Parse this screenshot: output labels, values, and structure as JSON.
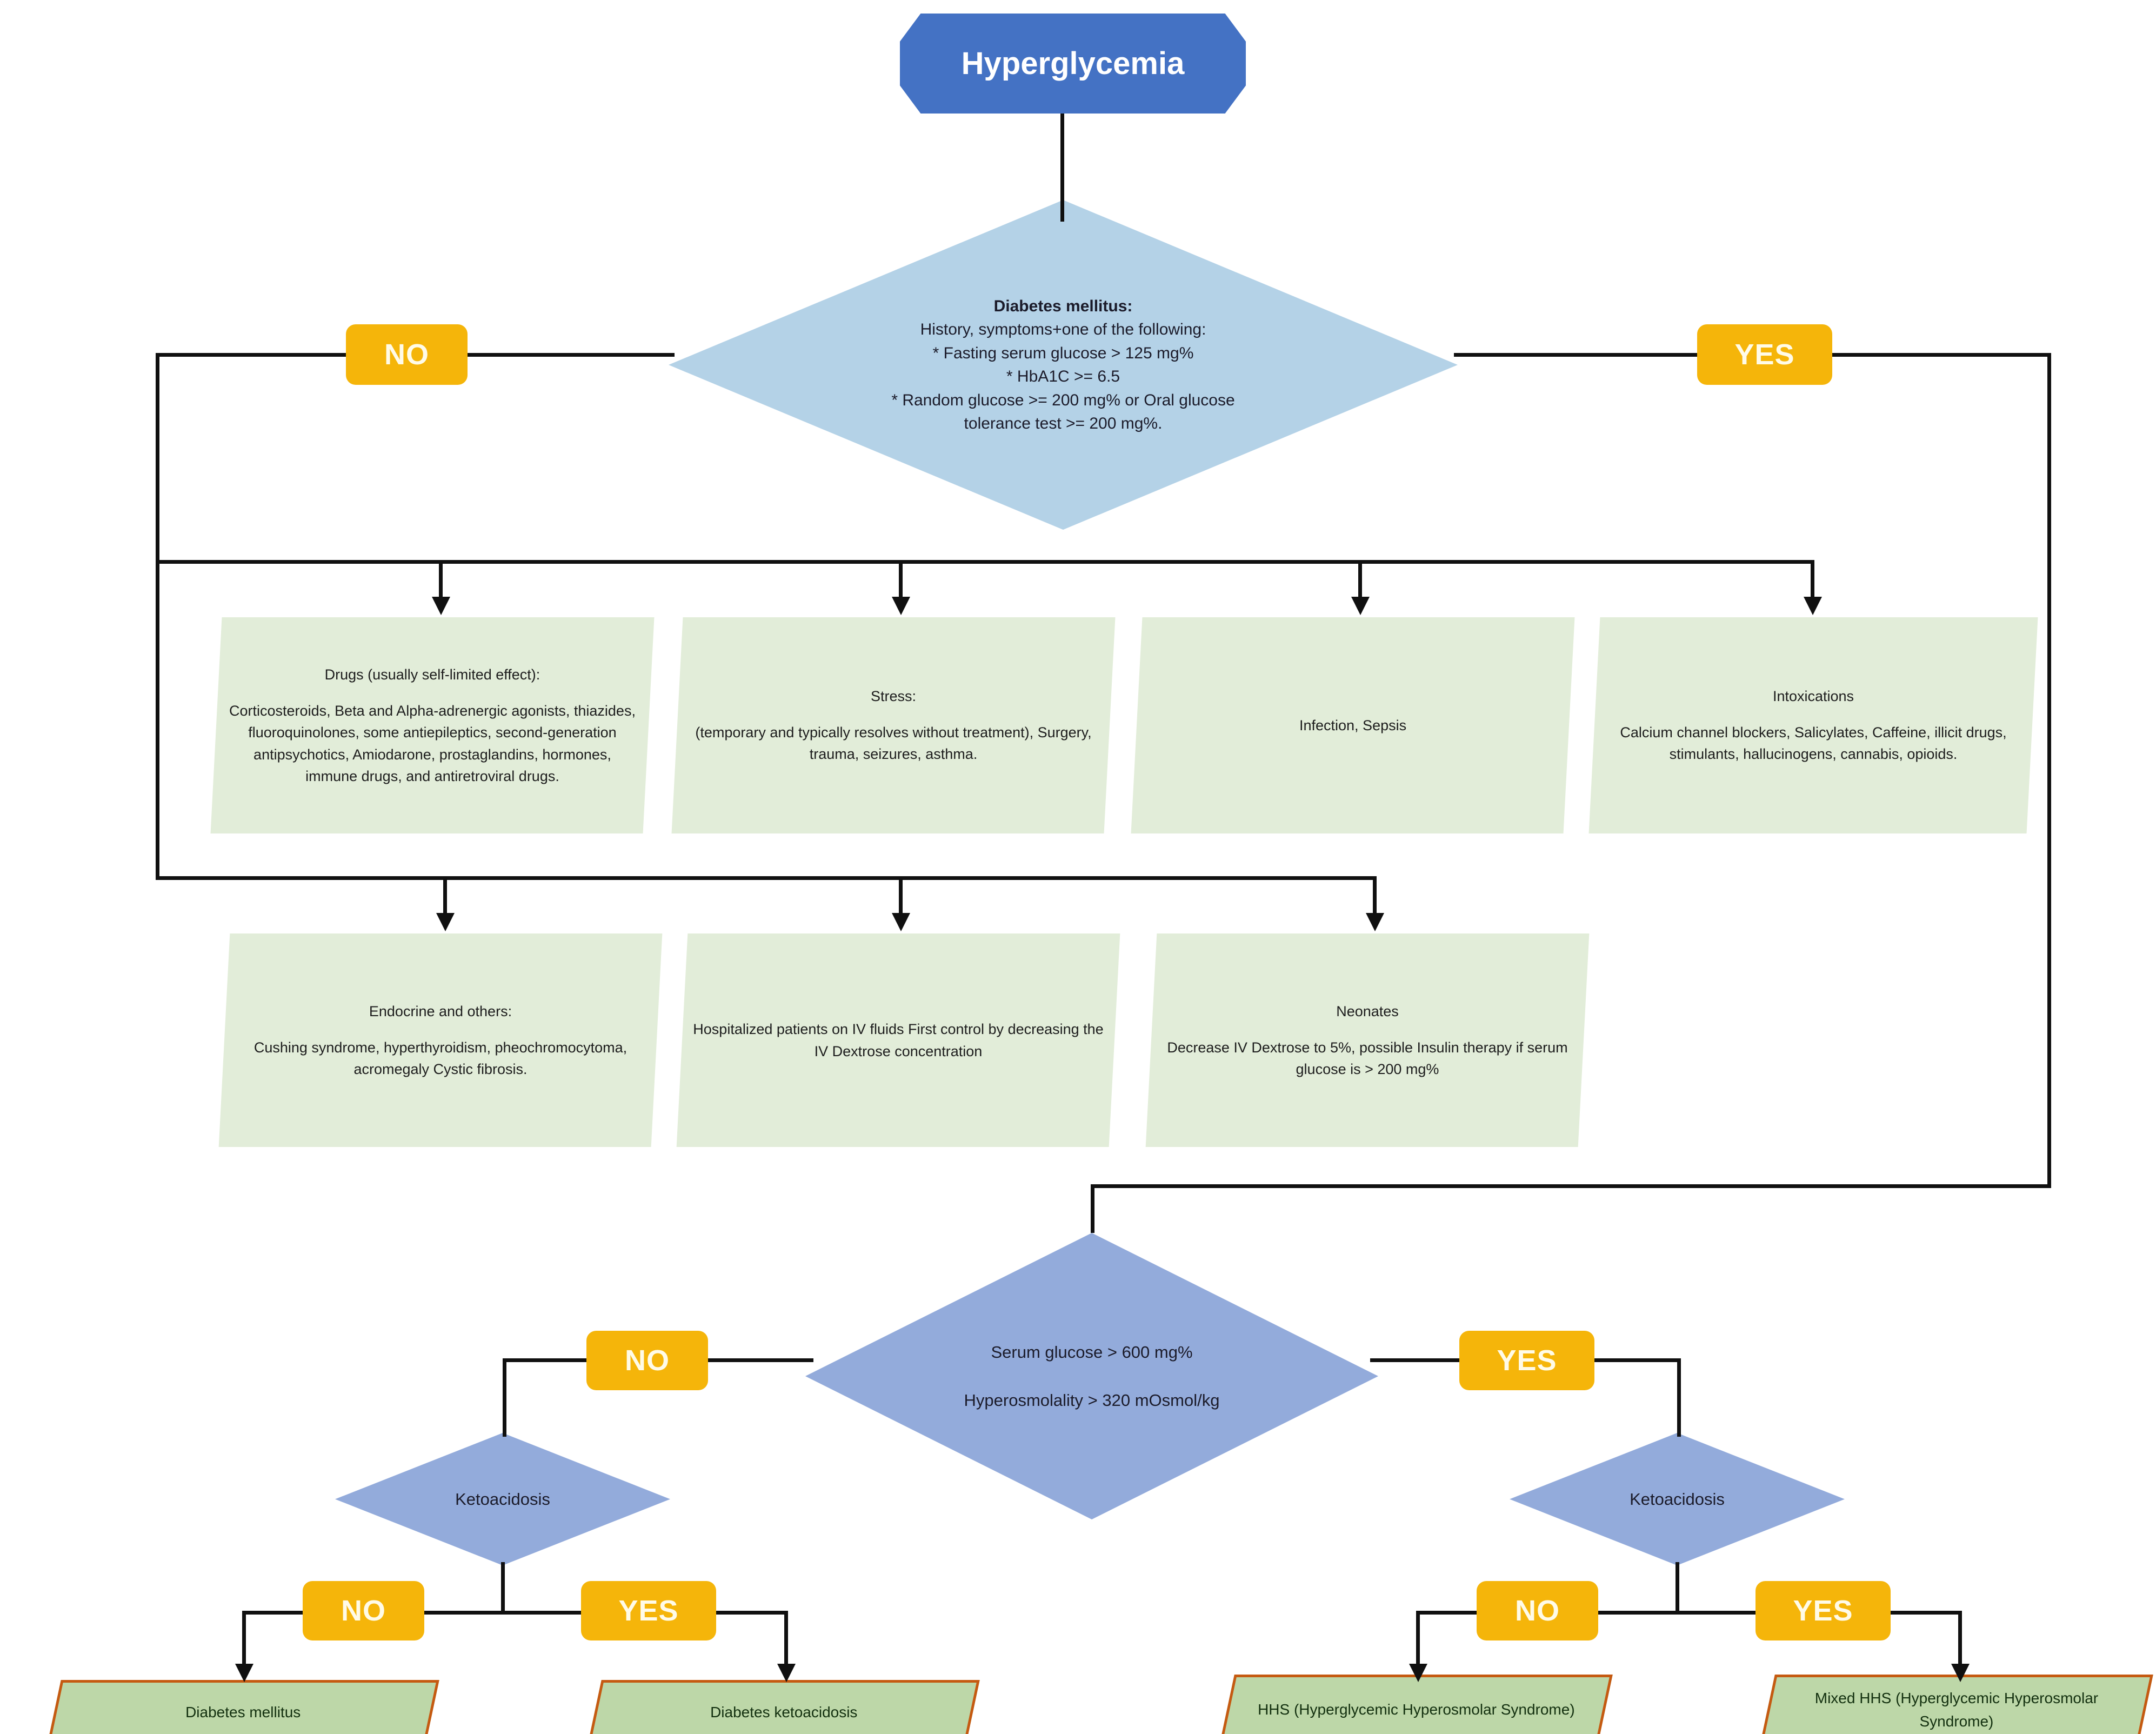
{
  "diagram": {
    "title": "Hyperglycemia evaluation flowchart",
    "colors": {
      "start_fill": "#4472C4",
      "decision_light_fill": "#B4D2E7",
      "decision_mid_fill": "#93ABDB",
      "process_fill": "#E2EDD9",
      "outcome_fill": "#BDD7A8",
      "outcome_border": "#C55A11",
      "label_fill": "#F5B50A",
      "connector": "#101010"
    }
  },
  "start_node": {
    "label": "Hyperglycemia",
    "shape": "octagon"
  },
  "decision_diabetes": {
    "shape": "diamond",
    "title": "Diabetes mellitus:",
    "lines": [
      "History, symptoms+one of the following:",
      "* Fasting serum glucose > 125 mg%",
      "* HbA1C >= 6.5",
      "* Random glucose >= 200 mg% or Oral glucose",
      "tolerance test >= 200 mg%."
    ],
    "branch_no": "NO",
    "branch_yes": "YES"
  },
  "causes_row1": [
    {
      "heading": "Drugs (usually self-limited effect):",
      "body": "Corticosteroids, Beta and Alpha-adrenergic agonists, thiazides, fluoroquinolones, some antiepileptics, second-generation antipsychotics, Amiodarone, prostaglandins, hormones, immune drugs, and antiretroviral drugs."
    },
    {
      "heading": "Stress:",
      "body": "(temporary and typically resolves without treatment), Surgery, trauma, seizures, asthma."
    },
    {
      "heading": "",
      "body": "Infection, Sepsis"
    },
    {
      "heading": "Intoxications",
      "body": "Calcium channel blockers, Salicylates, Caffeine, illicit drugs, stimulants, hallucinogens, cannabis, opioids."
    }
  ],
  "causes_row2": [
    {
      "heading": "Endocrine and others:",
      "body": "Cushing syndrome, hyperthyroidism, pheochromocytoma, acromegaly Cystic fibrosis."
    },
    {
      "heading": "",
      "body": "Hospitalized patients on IV fluids First control by decreasing the IV Dextrose concentration"
    },
    {
      "heading": "Neonates",
      "body": "Decrease IV Dextrose to 5%, possible Insulin therapy if serum glucose is > 200 mg%"
    }
  ],
  "decision_hhs": {
    "shape": "diamond",
    "line1": "Serum glucose > 600 mg%",
    "line2": "Hyperosmolality > 320 mOsmol/kg",
    "branch_no": "NO",
    "branch_yes": "YES"
  },
  "decision_keto_left": {
    "label": "Ketoacidosis",
    "branch_no": "NO",
    "branch_yes": "YES"
  },
  "decision_keto_right": {
    "label": "Ketoacidosis",
    "branch_no": "NO",
    "branch_yes": "YES"
  },
  "outcomes": [
    {
      "label": "Diabetes mellitus"
    },
    {
      "label": "Diabetes ketoacidosis"
    },
    {
      "label": "HHS (Hyperglycemic Hyperosmolar Syndrome)"
    },
    {
      "label": "Mixed HHS (Hyperglycemic Hyperosmolar Syndrome)"
    }
  ]
}
